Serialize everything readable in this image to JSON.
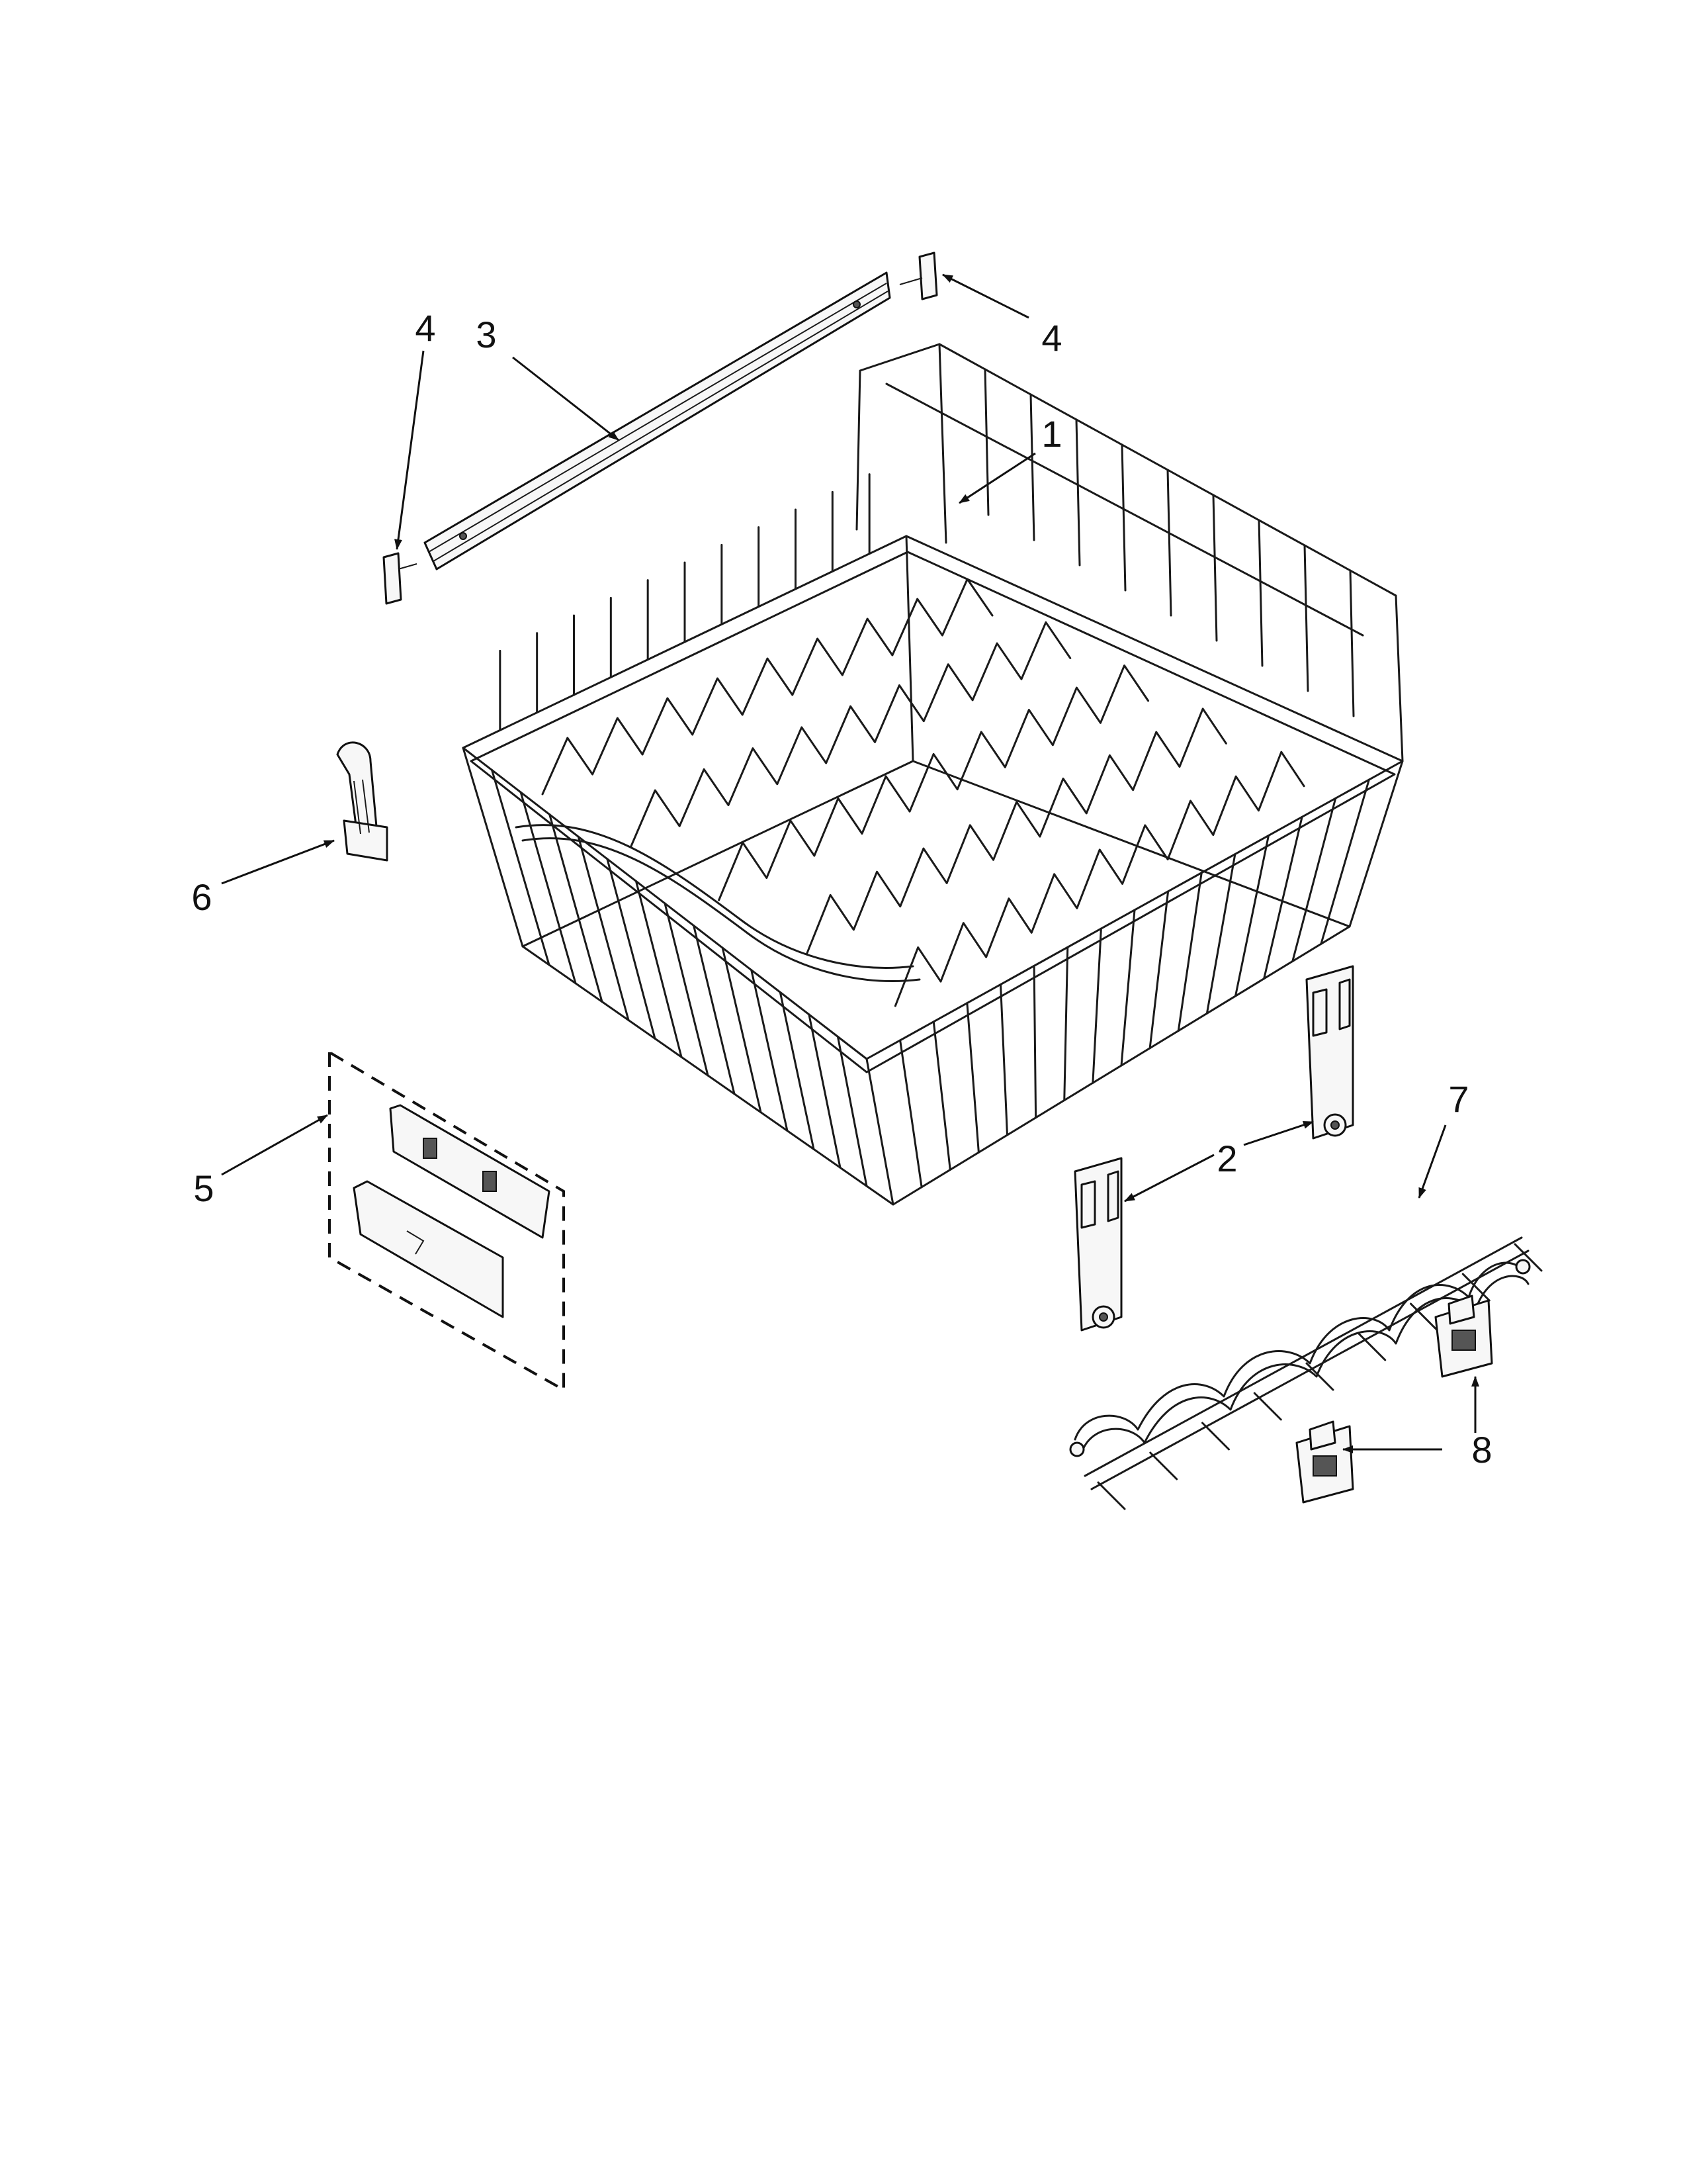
{
  "diagram": {
    "callouts": [
      "1",
      "2",
      "3",
      "4",
      "4",
      "5",
      "6",
      "7",
      "8"
    ]
  },
  "parts": [
    {
      "id": "rack",
      "icon": "dishrack-wire-basket"
    },
    {
      "id": "wheel-carrier",
      "icon": "rack-wheel-carrier"
    },
    {
      "id": "rail",
      "icon": "rack-adjuster-rail"
    },
    {
      "id": "rail-end-cap",
      "icon": "rail-end-cap"
    },
    {
      "id": "handle",
      "icon": "rack-handle"
    },
    {
      "id": "clip",
      "icon": "wire-clip"
    },
    {
      "id": "tine-row",
      "icon": "folding-tine-row"
    },
    {
      "id": "tine-clip",
      "icon": "tine-retainer-clip"
    }
  ]
}
